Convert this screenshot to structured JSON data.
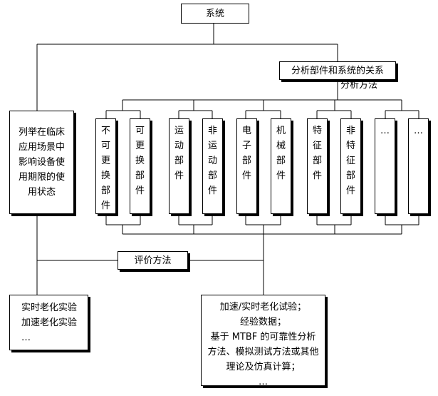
{
  "root": "系统",
  "relation_title": "分析部件和系统的关系",
  "analysis_method_label": "分析方法",
  "scenario_text": "列举在临床\n应用场景中\n影响设备使\n用期限的使\n用状态",
  "evaluation_label": "评价方法",
  "categories": [
    {
      "label": "不\n可\n更\n换\n部\n件"
    },
    {
      "label": "可\n更\n换\n部\n件"
    },
    {
      "label": "运\n动\n部\n件"
    },
    {
      "label": "非\n运\n动\n部\n件"
    },
    {
      "label": "电\n子\n部\n件"
    },
    {
      "label": "机\n械\n部\n件"
    },
    {
      "label": "特\n征\n部\n件"
    },
    {
      "label": "非\n特\n征\n部\n件"
    },
    {
      "label": "…"
    },
    {
      "label": "…"
    }
  ],
  "left_methods": "实时老化实验\n加速老化实验\n…",
  "right_methods": "加速/实时老化试验；\n经验数据；\n基于 MTBF 的可靠性分析\n方法、模拟测试方法或其他\n理论及仿真计算；\n…"
}
